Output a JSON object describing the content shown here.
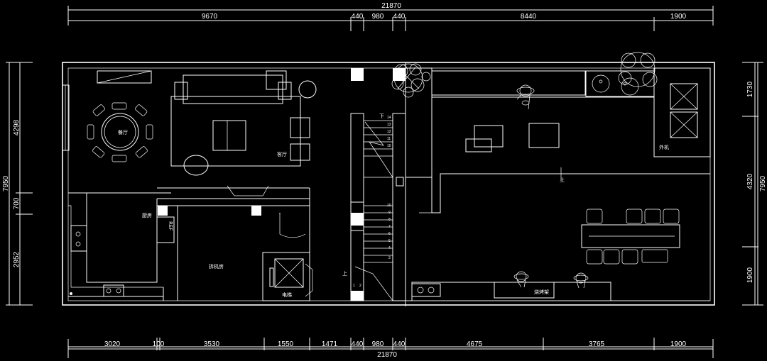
{
  "dimensions": {
    "top_total": "21870",
    "top_segments": [
      "9670",
      "440",
      "980",
      "440",
      "8440",
      "1900"
    ],
    "bottom_total": "21870",
    "bottom_segments": [
      "3020",
      "100",
      "3530",
      "1550",
      "1471",
      "440",
      "980",
      "440",
      "4675",
      "3765",
      "1900"
    ],
    "left_total": "7950",
    "left_segments": [
      "4298",
      "700",
      "2952"
    ],
    "right_total": "7950",
    "right_segments": [
      "1730",
      "4320",
      "1900"
    ]
  },
  "rooms": {
    "dining": "餐厅",
    "living": "客厅",
    "kitchen": "厨房",
    "ref": "REF",
    "mahjong": "拆机房",
    "elevator": "电梯",
    "outdoor_unit": "外机",
    "bbq": "烧烤架"
  },
  "stairs": {
    "down_label": "下",
    "up_label": "上",
    "upper_steps": [
      "14",
      "13",
      "12",
      "11",
      "10"
    ],
    "lower_steps": [
      "10",
      "9",
      "8",
      "7",
      "6",
      "5",
      "4",
      "3"
    ],
    "bottom_steps": [
      "1",
      "2"
    ],
    "terrace_up_label": "上"
  }
}
